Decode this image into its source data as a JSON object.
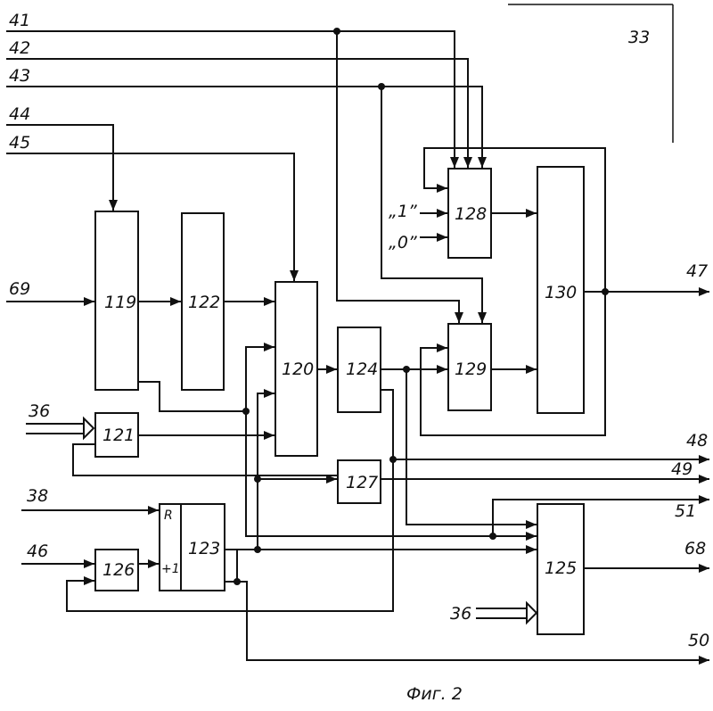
{
  "blocks": {
    "b119": "119",
    "b120": "120",
    "b121": "121",
    "b122": "122",
    "b123": "123",
    "b124": "124",
    "b125": "125",
    "b126": "126",
    "b127": "127",
    "b128": "128",
    "b129": "129",
    "b130": "130"
  },
  "inputs": {
    "in41": "41",
    "in42": "42",
    "in43": "43",
    "in44": "44",
    "in45": "45",
    "in69": "69",
    "in36a": "36",
    "in38": "38",
    "in46": "46",
    "in36b": "36"
  },
  "outputs": {
    "out47": "47",
    "out48": "48",
    "out49": "49",
    "out51": "51",
    "out68": "68",
    "out50": "50"
  },
  "block123_ports": {
    "reset": "R",
    "increment": "+1"
  },
  "const_inputs": {
    "one": "„1”",
    "zero": "„0”"
  },
  "ref33": "33",
  "caption": "Фиг. 2"
}
